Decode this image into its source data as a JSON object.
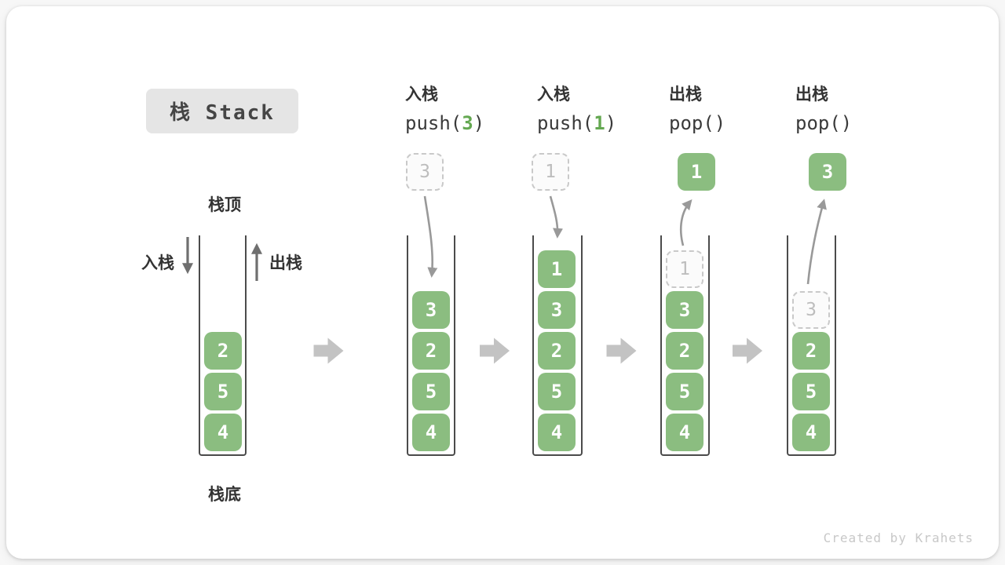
{
  "header": {
    "title": "栈 Stack"
  },
  "watermark": "Created by Krahets",
  "colors": {
    "element_green": "#8bbd80",
    "arg_green": "#64a851",
    "curve_arrow_gray": "#999999",
    "side_arrow_gray": "#6f6f6f",
    "transition_arrow_gray": "#c3c3c3",
    "title_box_bg": "#e5e5e5"
  },
  "icons": {
    "push_direction_arrow": "↓",
    "pop_direction_arrow": "↑",
    "stage_transition_arrow": "➡"
  },
  "stack_labels": {
    "top": "栈顶",
    "bottom": "栈底",
    "push_side": "入栈",
    "pop_side": "出栈"
  },
  "stages": [
    {
      "name": "initial",
      "elements": [
        "2",
        "5",
        "4"
      ]
    },
    {
      "name": "push-3",
      "op_title": "入栈",
      "op_code_pre": "push(",
      "op_code_arg": "3",
      "op_code_post": ")",
      "pending_value": "3",
      "elements": [
        "3",
        "2",
        "5",
        "4"
      ]
    },
    {
      "name": "push-1",
      "op_title": "入栈",
      "op_code_pre": "push(",
      "op_code_arg": "1",
      "op_code_post": ")",
      "pending_value": "1",
      "elements": [
        "1",
        "3",
        "2",
        "5",
        "4"
      ]
    },
    {
      "name": "pop-1",
      "op_title": "出栈",
      "op_code_pre": "pop()",
      "op_code_arg": "",
      "op_code_post": "",
      "popped_value": "1",
      "removed_value": "1",
      "elements": [
        "3",
        "2",
        "5",
        "4"
      ]
    },
    {
      "name": "pop-3",
      "op_title": "出栈",
      "op_code_pre": "pop()",
      "op_code_arg": "",
      "op_code_post": "",
      "popped_value": "3",
      "removed_value": "3",
      "elements": [
        "2",
        "5",
        "4"
      ]
    }
  ]
}
